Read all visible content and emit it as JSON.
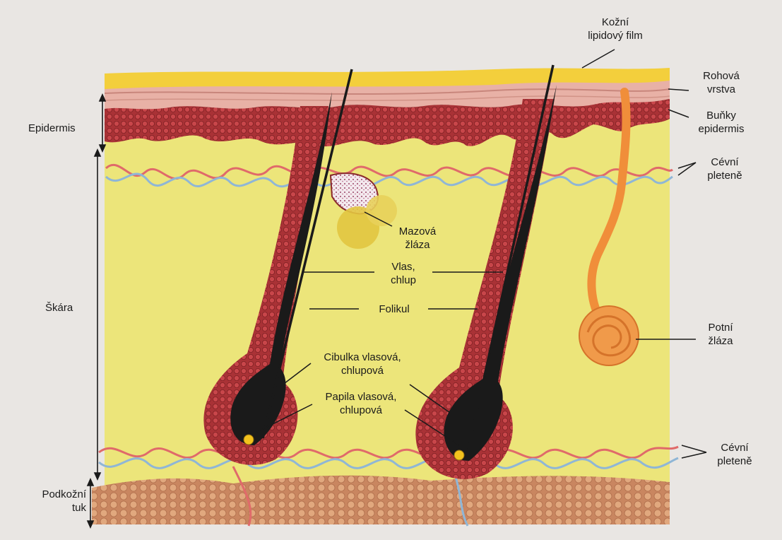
{
  "labels": {
    "lipid_film": [
      "Kožní",
      "lipidový film"
    ],
    "stratum_corneum": [
      "Rohová",
      "vrstva"
    ],
    "epidermal_cells": [
      "Buňky",
      "epidermis"
    ],
    "vascular_plexus_upper": [
      "Cévní",
      "pleteně"
    ],
    "vascular_plexus_lower": [
      "Cévní",
      "pleteně"
    ],
    "epidermis": "Epidermis",
    "dermis": "Škára",
    "subcutis": [
      "Podkožní",
      "tuk"
    ],
    "sebaceous_gland": [
      "Mazová",
      "žláza"
    ],
    "hair": [
      "Vlas,",
      "chlup"
    ],
    "follicle": "Folikul",
    "hair_bulb": [
      "Cibulka vlasová,",
      "chlupová"
    ],
    "hair_papilla": [
      "Papila vlasová,",
      "chlupová"
    ],
    "sweat_gland": [
      "Potní",
      "žláza"
    ]
  },
  "colors": {
    "dermis": "#ece57a",
    "epidermis": "#9a2a2c",
    "stratum_corneum": "#e8b1a6",
    "lipid_film": "#f3cf3c",
    "follicle": "#b1393c",
    "hair_shaft": "#1a1a1a",
    "sweat_gland": "#f08e3a",
    "fat": "#d79a6f",
    "vessel_red": "#e06a6a",
    "vessel_blue": "#8fb6d6"
  }
}
